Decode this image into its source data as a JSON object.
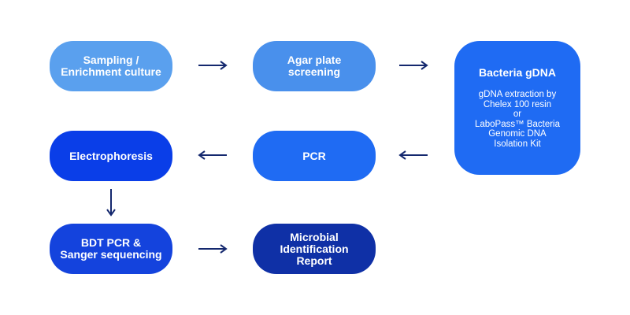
{
  "colors": {
    "light_blue": "#5aa0ee",
    "mid_blue": "#4990ec",
    "bright_blue": "#1f6bf3",
    "royal_blue": "#0a3ee8",
    "deep_blue": "#1443dd",
    "navy": "#0f30a6",
    "arrow": "#14286e"
  },
  "nodes": {
    "sampling": {
      "lines": [
        "Sampling /",
        "Enrichment culture"
      ]
    },
    "agar": {
      "lines": [
        "Agar plate",
        "screening"
      ]
    },
    "gdna": {
      "title": "Bacteria gDNA",
      "lines": [
        "gDNA extraction by",
        "Chelex 100 resin",
        "or",
        "LaboPass™ Bacteria",
        "Genomic DNA",
        "Isolation Kit"
      ]
    },
    "electrophoresis": {
      "lines": [
        "Electrophoresis"
      ]
    },
    "pcr": {
      "lines": [
        "PCR"
      ]
    },
    "bdt": {
      "lines": [
        "BDT PCR &",
        "Sanger sequencing"
      ]
    },
    "report": {
      "lines": [
        "Microbial",
        "Identification",
        "Report"
      ]
    }
  }
}
